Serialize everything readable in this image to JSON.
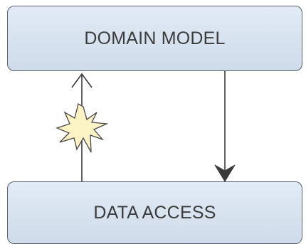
{
  "diagram": {
    "top_box": {
      "label": "DOMAIN MODEL"
    },
    "bottom_box": {
      "label": "DATA ACCESS"
    },
    "upward_arrow": {
      "style": "open-head",
      "marker": "explosion"
    },
    "downward_arrow": {
      "style": "solid-head"
    }
  },
  "colors": {
    "box_fill_top": "#e2ebf6",
    "box_fill_bottom": "#cfdbea",
    "box_border": "#5a6168",
    "arrow": "#3a3a3a",
    "explosion_fill": "#fbf3c4",
    "explosion_stroke": "#4a4a4a"
  }
}
